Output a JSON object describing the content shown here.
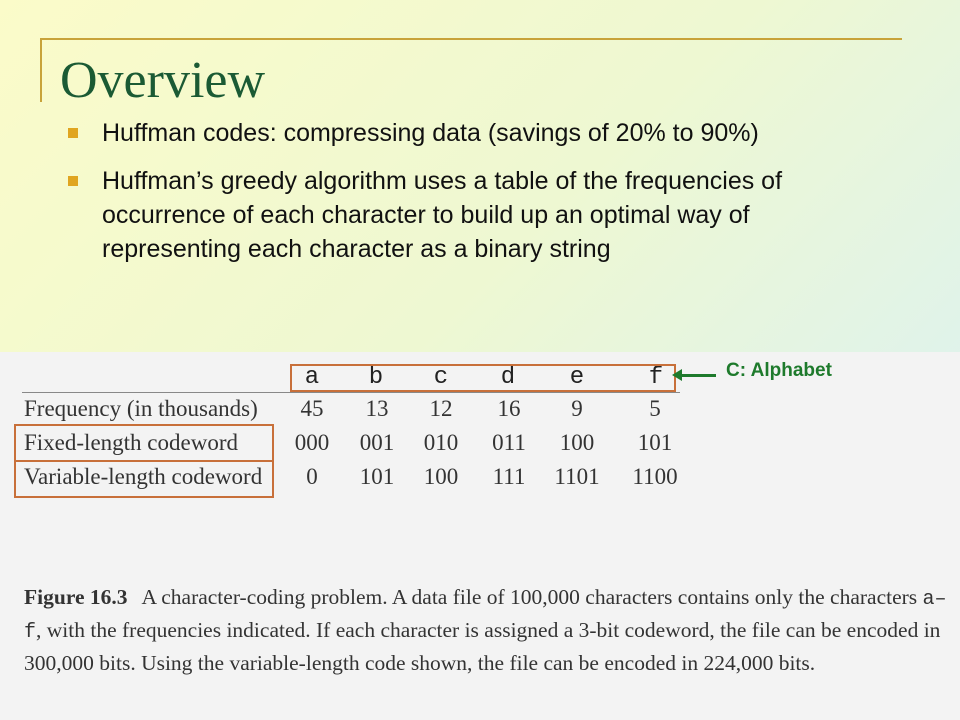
{
  "slide": {
    "title": "Overview",
    "bullets": [
      "Huffman codes: compressing data (savings of 20% to 90%)",
      "Huffman’s greedy algorithm uses a table of the frequencies of occurrence of each character to build up an optimal way of representing each character as a binary string"
    ]
  },
  "table": {
    "characters": [
      "a",
      "b",
      "c",
      "d",
      "e",
      "f"
    ],
    "rows": [
      {
        "label": "Frequency (in thousands)",
        "values": [
          "45",
          "13",
          "12",
          "16",
          "9",
          "5"
        ]
      },
      {
        "label": "Fixed-length codeword",
        "values": [
          "000",
          "001",
          "010",
          "011",
          "100",
          "101"
        ]
      },
      {
        "label": "Variable-length codeword",
        "values": [
          "0",
          "101",
          "100",
          "111",
          "1101",
          "1100"
        ]
      }
    ],
    "annotation": "C: Alphabet"
  },
  "caption": {
    "figure_label": "Figure 16.3",
    "text_1": "A character-coding problem. A data file of 100,000 characters contains only the characters",
    "range": "a–f",
    "text_2": ", with the frequencies indicated. If each character is assigned a 3-bit codeword, the file can be encoded in 300,000 bits. Using the variable-length code shown, the file can be encoded in 224,000 bits."
  },
  "colors": {
    "title": "#1b5a34",
    "bullet": "#e0a520",
    "annotation": "#1e7a2c",
    "highlight_box": "#c8703a"
  }
}
